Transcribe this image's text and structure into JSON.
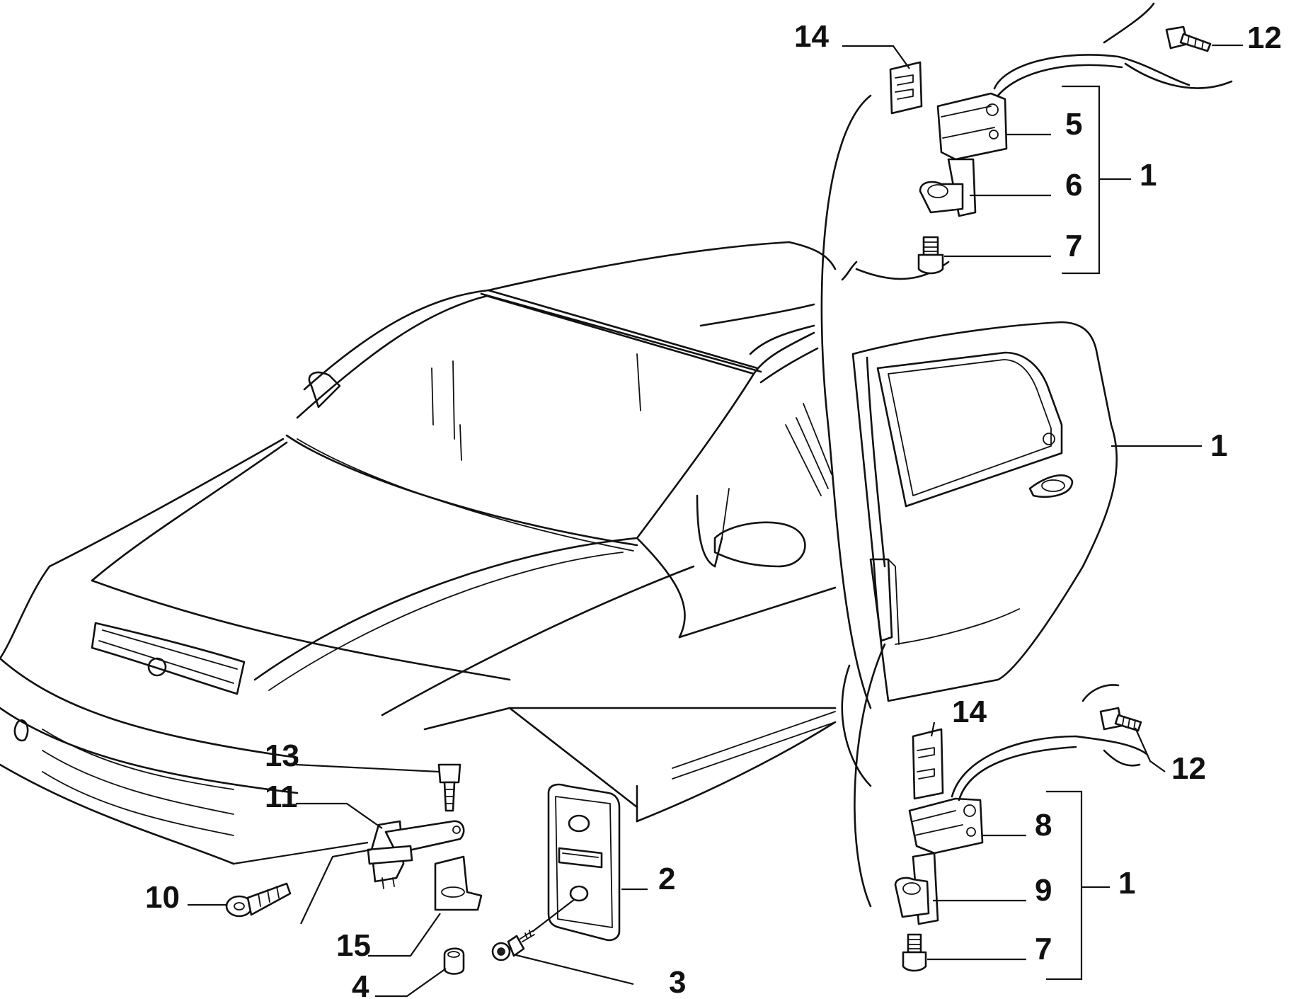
{
  "callouts": {
    "c14_top": "14",
    "c12_top": "12",
    "c5": "5",
    "c6": "6",
    "c7_top": "7",
    "c1_top": "1",
    "c1_door": "1",
    "c14_bottom": "14",
    "c12_bottom": "12",
    "c8": "8",
    "c9": "9",
    "c7_bottom": "7",
    "c1_bottom": "1",
    "c13": "13",
    "c11": "11",
    "c10": "10",
    "c15": "15",
    "c4": "4",
    "c3": "3",
    "c2": "2"
  },
  "icons": [
    "car-body-outline",
    "rear-door",
    "upper-hinge-assembly",
    "lower-hinge-assembly",
    "door-check-strap",
    "striker-plate",
    "screw",
    "bolt",
    "nut",
    "shim-plate"
  ]
}
